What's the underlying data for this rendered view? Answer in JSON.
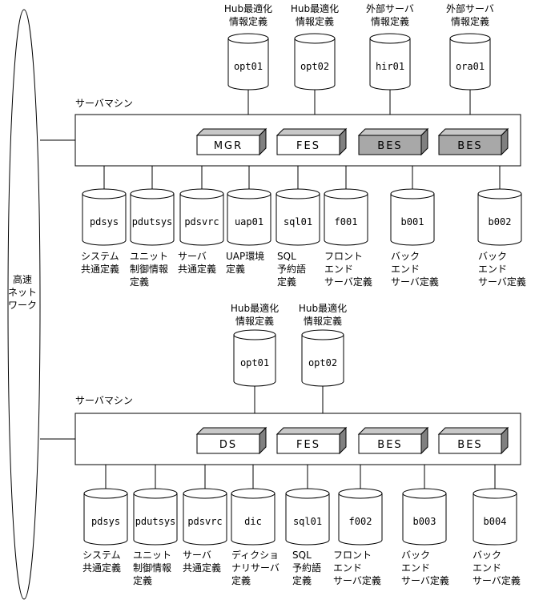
{
  "network_label": [
    "高速",
    "ネット",
    "ワーク"
  ],
  "colors": {
    "stroke": "#000000",
    "fill": "#ffffff",
    "gray": "#a8a8a8",
    "bevel_dark": "#808080",
    "bevel_light": "#c8c8c8"
  },
  "machines": [
    {
      "title": "サーバマシン",
      "processes": [
        {
          "label": "MGR",
          "gray": false
        },
        {
          "label": "FES",
          "gray": false
        },
        {
          "label": "BES",
          "gray": true
        },
        {
          "label": "BES",
          "gray": true
        }
      ],
      "top_databases": [
        {
          "label": "opt01",
          "caption": [
            "Hub最適化",
            "情報定義"
          ]
        },
        {
          "label": "opt02",
          "caption": [
            "Hub最適化",
            "情報定義"
          ]
        },
        {
          "label": "hir01",
          "caption": [
            "外部サーバ",
            "情報定義"
          ]
        },
        {
          "label": "ora01",
          "caption": [
            "外部サーバ",
            "情報定義"
          ]
        }
      ],
      "bottom_databases": [
        {
          "label": "pdsys",
          "caption": [
            "システム",
            "共通定義"
          ]
        },
        {
          "label": "pdutsys",
          "caption": [
            "ユニット",
            "制御情報",
            "定義"
          ]
        },
        {
          "label": "pdsvrc",
          "caption": [
            "サーバ",
            "共通定義"
          ]
        },
        {
          "label": "uap01",
          "caption": [
            "UAP環境",
            "定義"
          ]
        },
        {
          "label": "sql01",
          "caption": [
            "SQL",
            "予約語",
            "定義"
          ]
        },
        {
          "label": "f001",
          "caption": [
            "フロント",
            "エンド",
            "サーバ定義"
          ]
        },
        {
          "label": "b001",
          "caption": [
            "バック",
            "エンド",
            "サーバ定義"
          ]
        },
        {
          "label": "b002",
          "caption": [
            "バック",
            "エンド",
            "サーバ定義"
          ]
        }
      ]
    },
    {
      "title": "サーバマシン",
      "processes": [
        {
          "label": "DS",
          "gray": false
        },
        {
          "label": "FES",
          "gray": false
        },
        {
          "label": "BES",
          "gray": false
        },
        {
          "label": "BES",
          "gray": false
        }
      ],
      "top_databases": [
        {
          "label": "opt01",
          "caption": [
            "Hub最適化",
            "情報定義"
          ]
        },
        {
          "label": "opt02",
          "caption": [
            "Hub最適化",
            "情報定義"
          ]
        }
      ],
      "bottom_databases": [
        {
          "label": "pdsys",
          "caption": [
            "システム",
            "共通定義"
          ]
        },
        {
          "label": "pdutsys",
          "caption": [
            "ユニット",
            "制御情報",
            "定義"
          ]
        },
        {
          "label": "pdsvrc",
          "caption": [
            "サーバ",
            "共通定義"
          ]
        },
        {
          "label": "dic",
          "caption": [
            "ディクショ",
            "ナリサーバ",
            "定義"
          ]
        },
        {
          "label": "sql01",
          "caption": [
            "SQL",
            "予約語",
            "定義"
          ]
        },
        {
          "label": "f002",
          "caption": [
            "フロント",
            "エンド",
            "サーバ定義"
          ]
        },
        {
          "label": "b003",
          "caption": [
            "バック",
            "エンド",
            "サーバ定義"
          ]
        },
        {
          "label": "b004",
          "caption": [
            "バック",
            "エンド",
            "サーバ定義"
          ]
        }
      ]
    }
  ]
}
